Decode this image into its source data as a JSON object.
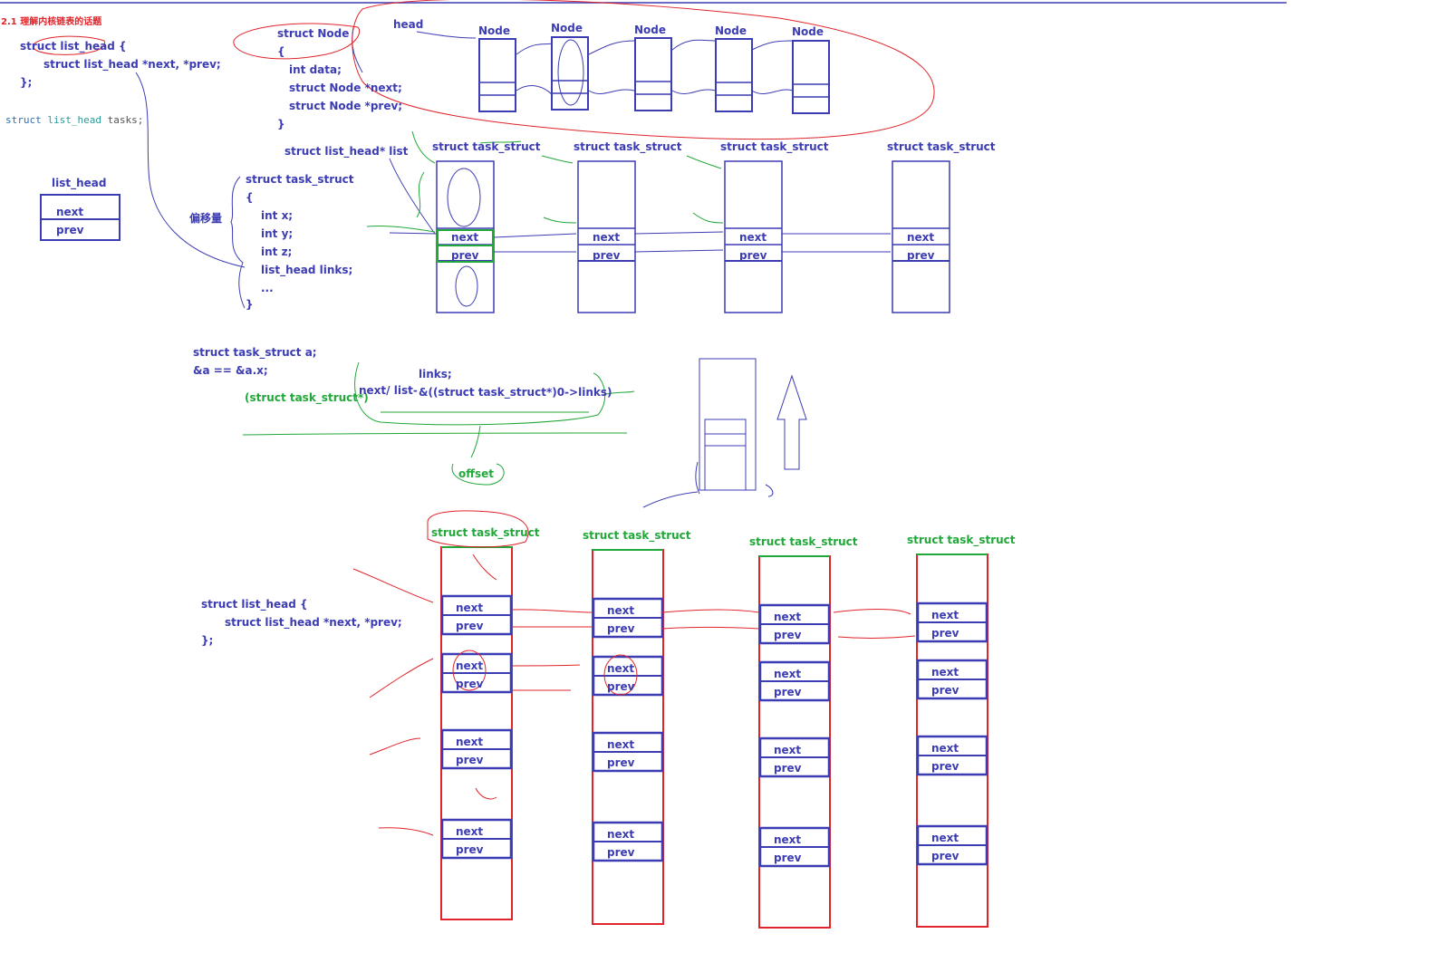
{
  "header": {
    "title": "2.1 理解内核链表的话题"
  },
  "code_top": {
    "line1": "struct list_head {",
    "line2": "struct list_head *next, *prev;",
    "line3": "};",
    "decl_kw": "struct",
    "decl_type": "list_head",
    "decl_var": "tasks;"
  },
  "list_head_box": {
    "title": "list_head",
    "next": "next",
    "prev": "prev"
  },
  "struct_node": {
    "lines": [
      "struct Node",
      "{",
      "int data;",
      "struct Node *next;",
      "struct Node *prev;",
      "}"
    ]
  },
  "node_chain": {
    "head_label": "head",
    "node_label": "Node",
    "count": 5
  },
  "task_struct_code": {
    "pointer_decl": "struct list_head*  list",
    "name": "struct task_struct",
    "open": "{",
    "fields": [
      "int x;",
      "int y;",
      "int z;",
      "list_head links;",
      "..."
    ],
    "close": "}",
    "offset_label": "偏移量"
  },
  "row1_structs": {
    "title": "struct task_struct",
    "next": "next",
    "prev": "prev",
    "count": 4
  },
  "macro": {
    "line1": "struct task_struct a;",
    "line2": "&a == &a.x;",
    "cast": "(struct task_struct*)",
    "prefix": "next/ list-",
    "links": "links;",
    "expr": "&((struct task_struct*)0->links)",
    "offset": "offset"
  },
  "code_bottom": {
    "line1": "struct list_head {",
    "line2": "struct list_head *next, *prev;",
    "line3": "};"
  },
  "row2_structs": {
    "title": "struct task_struct",
    "next": "next",
    "prev": "prev",
    "columns": 4,
    "pairs_per_column": 4
  },
  "colors": {
    "blue": "#3c3cb4",
    "red": "#e0242a",
    "green": "#22a83a"
  }
}
